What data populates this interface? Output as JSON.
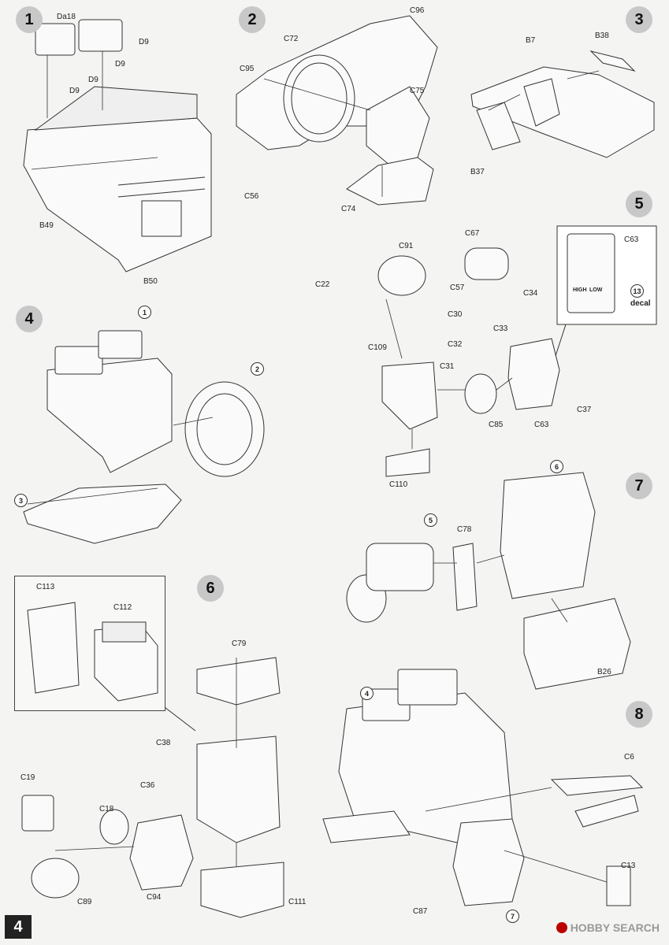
{
  "page_number": "4",
  "steps": [
    "1",
    "2",
    "3",
    "4",
    "5",
    "6",
    "7",
    "8"
  ],
  "subassembly_refs": {
    "s4_1": "1",
    "s4_2": "2",
    "s4_3": "3",
    "s7_5": "5",
    "s7_6": "6",
    "s8_4": "4",
    "s8_7": "7",
    "s5_13": "13"
  },
  "labels": {
    "da18": "Da18",
    "d9a": "D9",
    "d9b": "D9",
    "d9c": "D9",
    "d9d": "D9",
    "b49": "B49",
    "b50": "B50",
    "c56": "C56",
    "c96": "C96",
    "c72": "C72",
    "c95": "C95",
    "c75": "C75",
    "c74": "C74",
    "b38": "B38",
    "b7": "B7",
    "b37": "B37",
    "c91": "C91",
    "c67": "C67",
    "c22": "C22",
    "c57": "C57",
    "c30": "C30",
    "c32": "C32",
    "c31": "C31",
    "c109": "C109",
    "c110": "C110",
    "c34": "C34",
    "c33": "C33",
    "c37": "C37",
    "c85": "C85",
    "c63a": "C63",
    "c63b": "C63",
    "high": "HIGH",
    "low": "LOW",
    "decal": "decal",
    "c113": "C113",
    "c112": "C112",
    "c79": "C79",
    "c38": "C38",
    "c36": "C36",
    "c19": "C19",
    "c18": "C18",
    "c89": "C89",
    "c94": "C94",
    "c111": "C111",
    "c78": "C78",
    "b26": "B26",
    "c6": "C6",
    "c13": "C13",
    "c87": "C87"
  },
  "watermark": "HOBBY SEARCH",
  "watermark_icon": "hobbysearch-logo-icon"
}
